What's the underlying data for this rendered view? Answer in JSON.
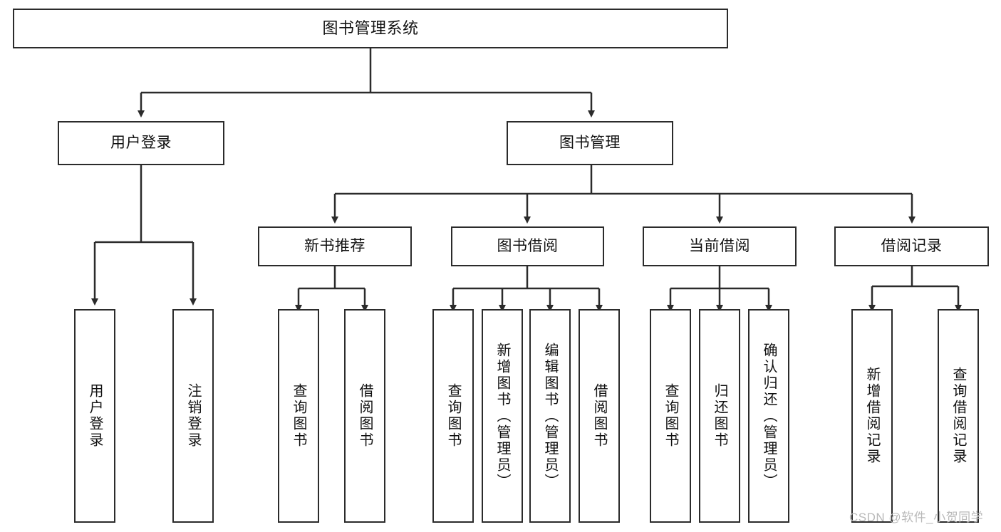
{
  "diagram": {
    "type": "tree-hierarchy-chart",
    "title": "图书管理系统",
    "colors": {
      "box_border": "#2b2b2b",
      "box_fill": "#ffffff",
      "connector": "#2b2b2b",
      "background": "#ffffff",
      "watermark": "#b9b9b9"
    },
    "root": {
      "label": "图书管理系统"
    },
    "level2": [
      {
        "label": "用户登录"
      },
      {
        "label": "图书管理"
      }
    ],
    "level3": [
      {
        "label": "新书推荐"
      },
      {
        "label": "图书借阅"
      },
      {
        "label": "当前借阅"
      },
      {
        "label": "借阅记录"
      }
    ],
    "leaves": {
      "user_login": [
        {
          "label": "用户登录"
        },
        {
          "label": "注销登录"
        }
      ],
      "new_book_recommend": [
        {
          "label": "查询图书"
        },
        {
          "label": "借阅图书"
        }
      ],
      "book_borrow": [
        {
          "label": "查询图书"
        },
        {
          "label": "新增图书（管理员）"
        },
        {
          "label": "编辑图书（管理员）"
        },
        {
          "label": "借阅图书"
        }
      ],
      "current_borrow": [
        {
          "label": "查询图书"
        },
        {
          "label": "归还图书"
        },
        {
          "label": "确认归还（管理员）"
        }
      ],
      "borrow_record": [
        {
          "label": "新增借阅记录"
        },
        {
          "label": "查询借阅记录"
        }
      ]
    },
    "watermark": "CSDN @软件_小贺同学"
  }
}
